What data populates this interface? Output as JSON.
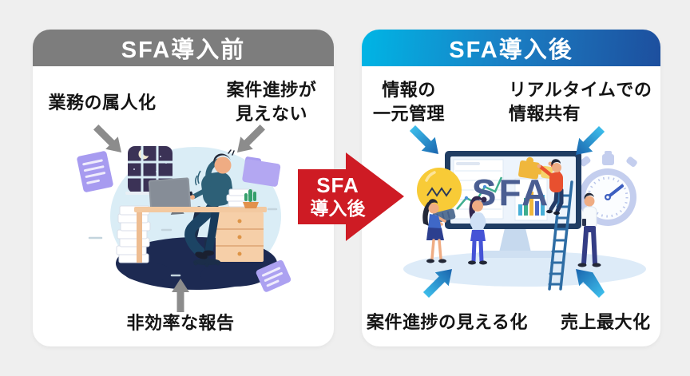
{
  "canvas": {
    "background_color": "#efefef"
  },
  "before_card": {
    "title": "SFA導入前",
    "header_color": "#7d7d7d",
    "label_top_left": "業務の属人化",
    "label_top_right_line1": "案件進捗が",
    "label_top_right_line2": "見えない",
    "label_bottom": "非効率な報告"
  },
  "after_card": {
    "title": "SFA導入後",
    "header_gradient_start": "#00b5e5",
    "header_gradient_end": "#1d4f9e",
    "label_top_left_line1": "情報の",
    "label_top_left_line2": "一元管理",
    "label_top_right_line1": "リアルタイムでの",
    "label_top_right_line2": "情報共有",
    "label_bottom_left": "案件進捗の見える化",
    "label_bottom_right": "売上最大化",
    "monitor_text": "SFA",
    "monitor_text_color": "#4a5e92"
  },
  "center_arrow": {
    "line1": "SFA",
    "line2": "導入後",
    "color": "#ce1b24"
  },
  "accent_colors": {
    "gray_arrow": "#8c8c8c",
    "blue_arrow_light": "#3cbcea",
    "blue_arrow_dark": "#1a64ad"
  }
}
